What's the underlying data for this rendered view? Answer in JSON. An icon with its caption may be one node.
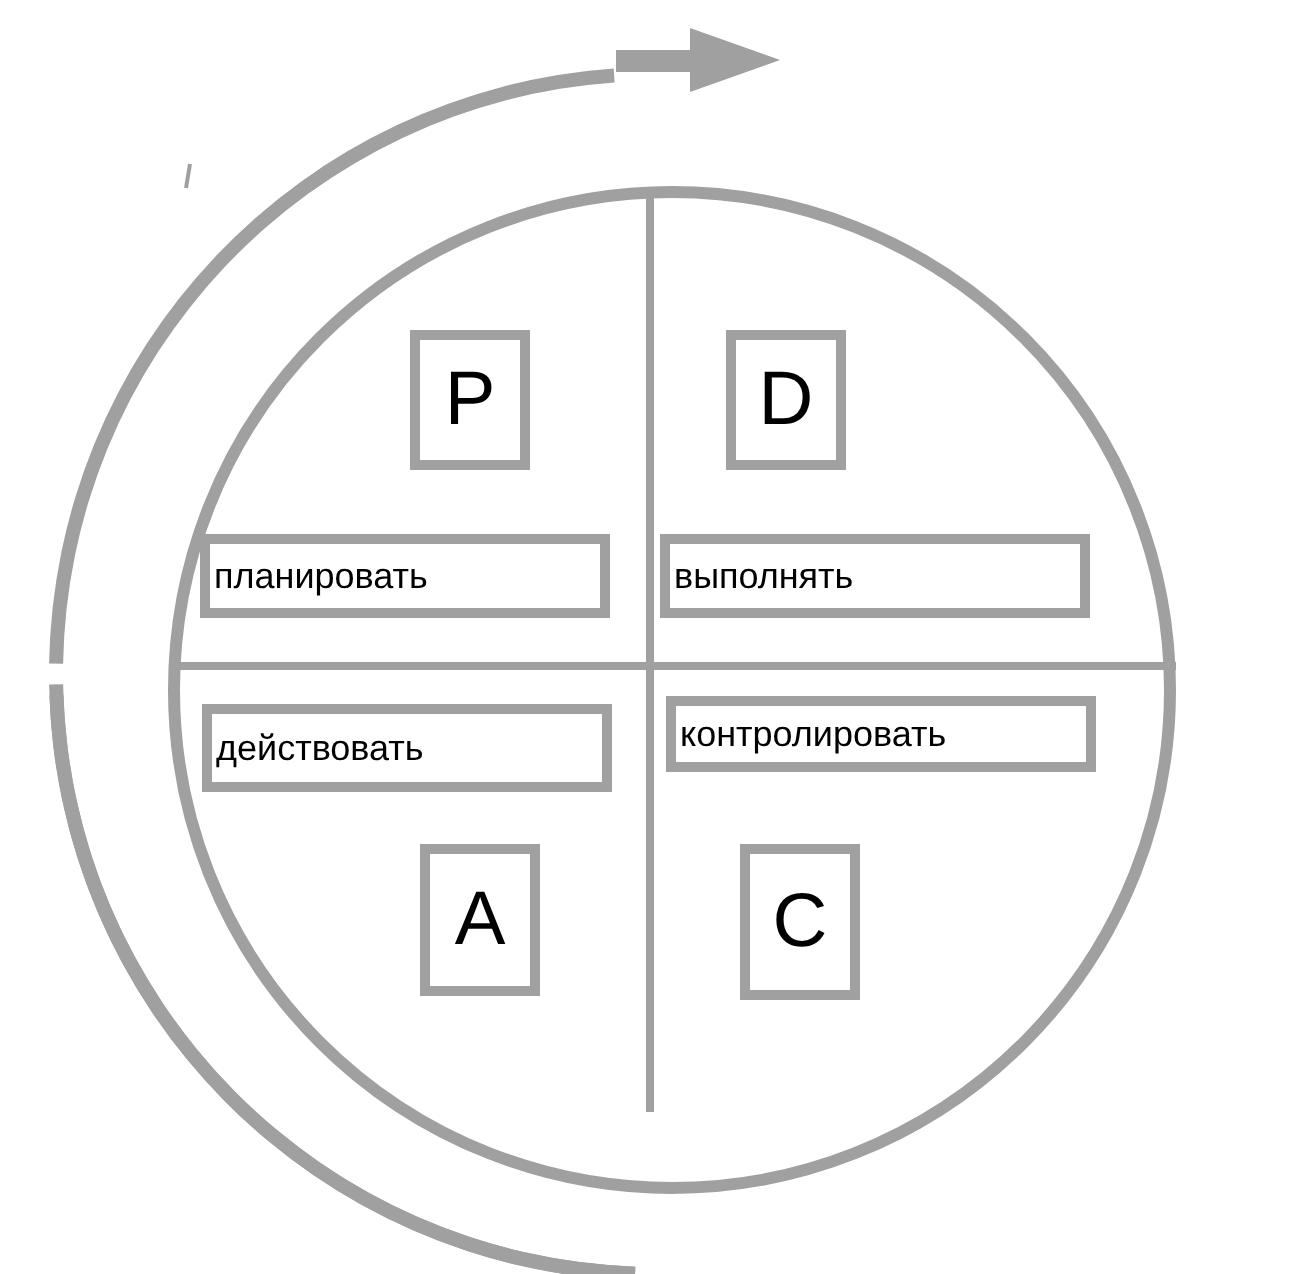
{
  "diagram": {
    "nodes": [
      {
        "text": [
          "P"
        ]
      },
      {
        "text": [
          "D"
        ]
      },
      {
        "text": [
          "планировать"
        ]
      },
      {
        "text": [
          "выполнять"
        ]
      },
      {
        "text": [
          "действовать"
        ]
      },
      {
        "text": [
          "контролировать"
        ]
      },
      {
        "text": [
          "A"
        ]
      },
      {
        "text": [
          "C"
        ]
      }
    ]
  }
}
